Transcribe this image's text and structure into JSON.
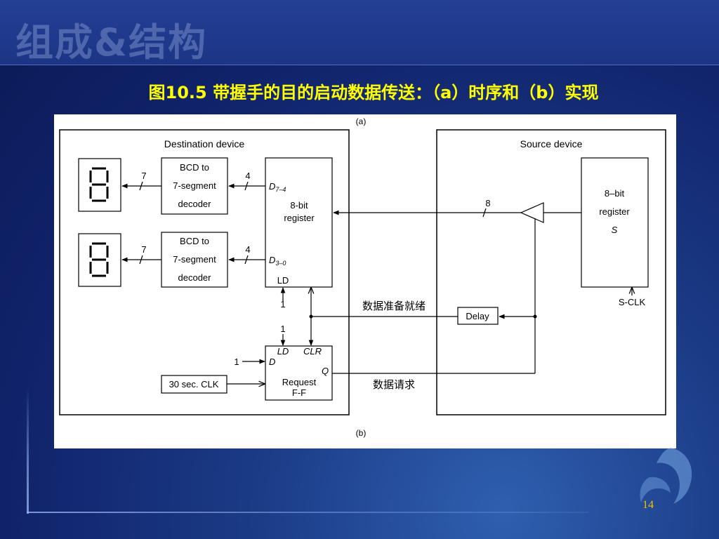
{
  "slide": {
    "watermark": "组成&结构",
    "title": "图10.5   带握手的目的启动数据传送：（a）时序和（b）实现",
    "page_number": "14"
  },
  "diagram": {
    "top_label": "(a)",
    "bottom_label": "(b)",
    "destination": {
      "title": "Destination device",
      "decoder_upper": [
        "BCD to",
        "7-segment",
        "decoder"
      ],
      "decoder_lower": [
        "BCD to",
        "7-segment",
        "decoder"
      ],
      "bus_to_display": "7",
      "bus_to_decoder": "4",
      "register": [
        "8-bit",
        "register"
      ],
      "d_high": "D",
      "d_high_sub": "7–4",
      "d_low": "D",
      "d_low_sub": "3–0",
      "ld_label": "LD",
      "one_label": "1",
      "ff_one_top": "1",
      "ff_one_left": "1",
      "ff_ld": "LD",
      "ff_clr": "CLR",
      "ff_d": "D",
      "ff_q": "Q",
      "ff_name": [
        "Request",
        "F-F"
      ],
      "clk_label": "30 sec. CLK"
    },
    "source": {
      "title": "Source device",
      "register": [
        "8–bit",
        "register",
        "S"
      ],
      "sclk": "S-CLK",
      "bus_width": "8",
      "delay": "Delay"
    },
    "annotations": {
      "data_ready": "数据准备就绪",
      "data_request": "数据请求"
    }
  }
}
